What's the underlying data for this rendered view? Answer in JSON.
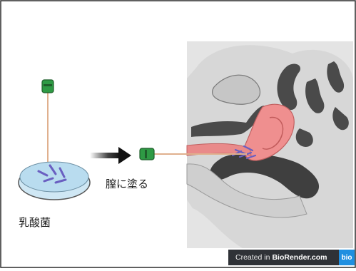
{
  "labels": {
    "petri": "乳酸菌",
    "apply": "膣に塗る"
  },
  "watermark": {
    "prefix": "Created in",
    "brand": "BioRender.com",
    "logo": "bio"
  },
  "icons": [
    "petri-dish-icon",
    "swab-icon",
    "arrow-right-icon",
    "anatomy-illustration"
  ],
  "colors": {
    "outline": "#2b2b2b",
    "swab_green": "#2e9a44",
    "swab_stick": "#e0b08e",
    "dish_blue": "#b9dcef",
    "bacteria": "#6a5fc1",
    "tissue_gray": "#cfcfcf",
    "uterus_pink": "#e88a8a"
  }
}
